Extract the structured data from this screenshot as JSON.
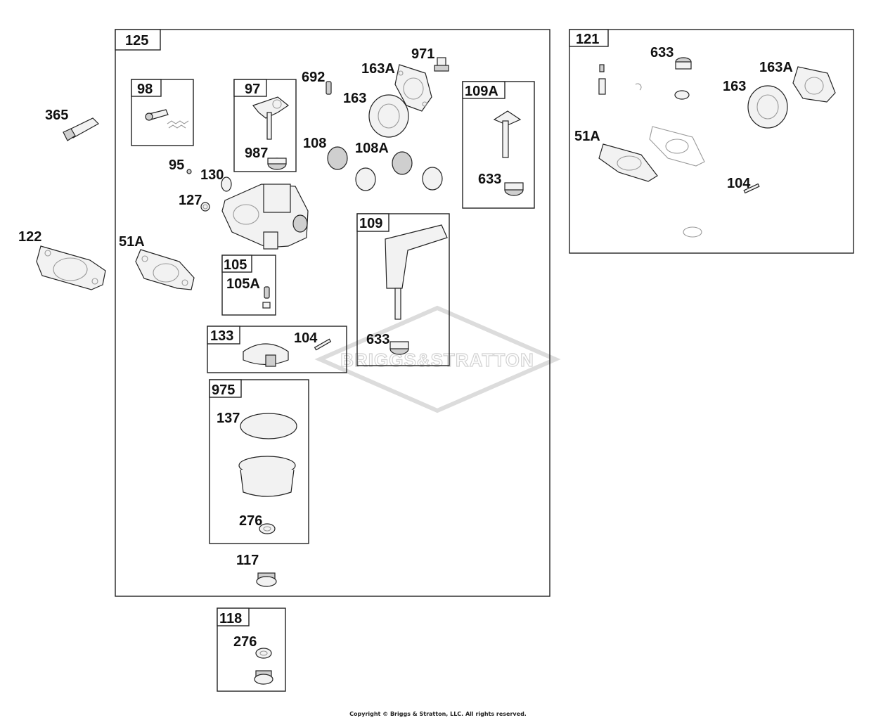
{
  "watermark": "BRIGGS&STRATTON",
  "copyright": "Copyright © Briggs & Stratton, LLC. All rights reserved.",
  "boxes": {
    "b125": "125",
    "b98": "98",
    "b97": "97",
    "b109a": "109A",
    "b109": "109",
    "b105": "105",
    "b133": "133",
    "b975": "975",
    "b118": "118",
    "b121": "121"
  },
  "labels": {
    "p365": "365",
    "p122": "122",
    "p51a_main": "51A",
    "p95": "95",
    "p130": "130",
    "p127": "127",
    "p987": "987",
    "p692": "692",
    "p163a_main": "163A",
    "p971": "971",
    "p163_main": "163",
    "p108": "108",
    "p108a": "108A",
    "p633_109a": "633",
    "p105a": "105A",
    "p104_main": "104",
    "p633_109": "633",
    "p137": "137",
    "p276_975": "276",
    "p117": "117",
    "p276_118": "276",
    "p633_121": "633",
    "p163a_121": "163A",
    "p163_121": "163",
    "p51a_121": "51A",
    "p104_121": "104"
  }
}
